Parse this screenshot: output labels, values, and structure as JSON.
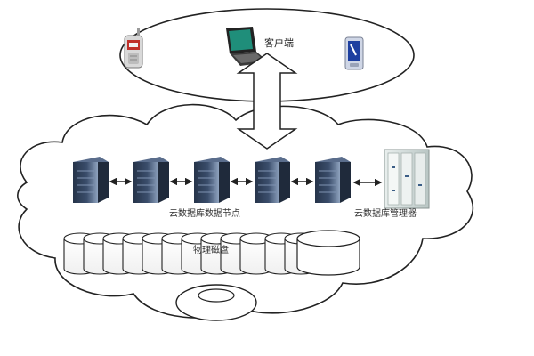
{
  "client_zone": {
    "label": "客户端",
    "devices": [
      {
        "kind": "mobile-phone",
        "icon": "mobile-phone-icon"
      },
      {
        "kind": "laptop",
        "icon": "laptop-icon"
      },
      {
        "kind": "pda",
        "icon": "pda-icon"
      }
    ]
  },
  "cloud": {
    "nodes_label": "云数据库数据节点",
    "manager_label": "云数据库管理器",
    "disk_label": "物理磁盘",
    "node_count": 5
  },
  "colors": {
    "outline": "#222222",
    "server_dark": "#2f3d52",
    "server_light": "#8fa3bf",
    "manager_body": "#cfd8d6",
    "laptop_screen": "#1f8e7a",
    "phone_red": "#c0302a"
  }
}
